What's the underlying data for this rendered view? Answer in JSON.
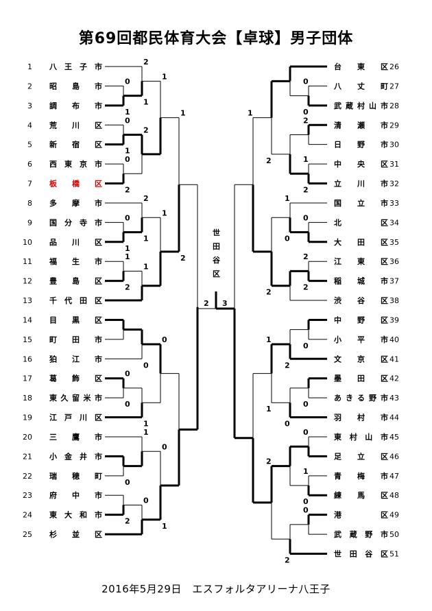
{
  "title": "第69回都民体育大会【卓球】男子団体",
  "footer": "2016年5月29日　エスフォルタアリーナ八王子",
  "winner": "世田谷区",
  "highlight_color": "#e00000",
  "left_teams": [
    {
      "num": "1",
      "name": "八王子市"
    },
    {
      "num": "2",
      "name": "昭島市"
    },
    {
      "num": "3",
      "name": "調布市"
    },
    {
      "num": "4",
      "name": "荒川区"
    },
    {
      "num": "5",
      "name": "新宿区"
    },
    {
      "num": "6",
      "name": "西東京市"
    },
    {
      "num": "7",
      "name": "板橋区",
      "highlight": true
    },
    {
      "num": "8",
      "name": "多摩市"
    },
    {
      "num": "9",
      "name": "国分寺市"
    },
    {
      "num": "10",
      "name": "品川区"
    },
    {
      "num": "11",
      "name": "福生市"
    },
    {
      "num": "12",
      "name": "豊島区"
    },
    {
      "num": "13",
      "name": "千代田区"
    },
    {
      "num": "14",
      "name": "目黒区"
    },
    {
      "num": "15",
      "name": "町田市"
    },
    {
      "num": "16",
      "name": "狛江市"
    },
    {
      "num": "17",
      "name": "葛飾区"
    },
    {
      "num": "18",
      "name": "東久留米市"
    },
    {
      "num": "19",
      "name": "江戸川区"
    },
    {
      "num": "20",
      "name": "三鷹市"
    },
    {
      "num": "21",
      "name": "小金井市"
    },
    {
      "num": "22",
      "name": "瑞穂町"
    },
    {
      "num": "23",
      "name": "府中市"
    },
    {
      "num": "24",
      "name": "東大和市"
    },
    {
      "num": "25",
      "name": "杉並区"
    }
  ],
  "right_teams": [
    {
      "num": "26",
      "name": "台東区"
    },
    {
      "num": "27",
      "name": "八丈町"
    },
    {
      "num": "28",
      "name": "武蔵村山市"
    },
    {
      "num": "29",
      "name": "清瀬市"
    },
    {
      "num": "30",
      "name": "日野市"
    },
    {
      "num": "31",
      "name": "中央区"
    },
    {
      "num": "32",
      "name": "立川市"
    },
    {
      "num": "33",
      "name": "国立市"
    },
    {
      "num": "34",
      "name": "北区"
    },
    {
      "num": "35",
      "name": "大田区"
    },
    {
      "num": "36",
      "name": "江東区"
    },
    {
      "num": "37",
      "name": "稲城市"
    },
    {
      "num": "38",
      "name": "渋谷区"
    },
    {
      "num": "39",
      "name": "中野区"
    },
    {
      "num": "40",
      "name": "小平市"
    },
    {
      "num": "41",
      "name": "文京区"
    },
    {
      "num": "42",
      "name": "墨田区"
    },
    {
      "num": "43",
      "name": "あきる野市"
    },
    {
      "num": "44",
      "name": "羽村市"
    },
    {
      "num": "45",
      "name": "東村山市"
    },
    {
      "num": "46",
      "name": "足立区"
    },
    {
      "num": "47",
      "name": "青梅市"
    },
    {
      "num": "48",
      "name": "練馬区"
    },
    {
      "num": "49",
      "name": "港区"
    },
    {
      "num": "50",
      "name": "武蔵野市"
    },
    {
      "num": "51",
      "name": "世田谷区"
    }
  ],
  "final_scores": {
    "left": "2",
    "right": "3"
  },
  "left_matches": [
    {
      "a": 2,
      "b": 3,
      "sa": "0",
      "sb": "1",
      "w": "b"
    },
    {
      "a": 1,
      "b": "m0",
      "sa": "2",
      "sb": "1",
      "w": "b"
    },
    {
      "a": 4,
      "b": 5,
      "sa": "0",
      "sb": "1",
      "w": "b"
    },
    {
      "a": 6,
      "b": 7,
      "sa": "0",
      "sb": "2",
      "w": "b"
    },
    {
      "a": "m2",
      "b": "m3",
      "sa": "2",
      "sb": "",
      "w": "a"
    },
    {
      "a": "m1",
      "b": "m4",
      "sa": "1",
      "sb": "",
      "w": "b"
    },
    {
      "a": 9,
      "b": 10,
      "sa": "0",
      "sb": "1",
      "w": "b"
    },
    {
      "a": 8,
      "b": "m6",
      "sa": "2",
      "sb": "1",
      "w": "b"
    },
    {
      "a": 11,
      "b": 12,
      "sa": "1",
      "sb": "2",
      "w": "b"
    },
    {
      "a": "m8",
      "b": 13,
      "sa": "1",
      "sb": "",
      "w": "b"
    },
    {
      "a": "m7",
      "b": "m9",
      "sa": "1",
      "sb": "",
      "w": "b"
    },
    {
      "a": "m5",
      "b": "m10",
      "sa": "1",
      "sb": "2",
      "w": "b"
    },
    {
      "a": 14,
      "b": 15,
      "sa": "",
      "sb": "",
      "w": "a"
    },
    {
      "a": "m12",
      "b": 16,
      "sa": "",
      "sb": "0",
      "w": "a"
    },
    {
      "a": 17,
      "b": 18,
      "sa": "0",
      "sb": "0",
      "w": "a"
    },
    {
      "a": "m14",
      "b": 19,
      "sa": "",
      "sb": "1",
      "w": "b"
    },
    {
      "a": "m13",
      "b": "m15",
      "sa": "0",
      "sb": "",
      "w": "a"
    },
    {
      "a": 21,
      "b": 22,
      "sa": "",
      "sb": "0",
      "w": "a"
    },
    {
      "a": 20,
      "b": "m17",
      "sa": "1",
      "sb": "",
      "w": "b"
    },
    {
      "a": 23,
      "b": 24,
      "sa": "",
      "sb": "2",
      "w": "b"
    },
    {
      "a": "m19",
      "b": 25,
      "sa": "0",
      "sb": "",
      "w": "b"
    },
    {
      "a": "m18",
      "b": "m20",
      "sa": "0",
      "sb": "1",
      "w": "b"
    },
    {
      "a": "m16",
      "b": "m21",
      "sa": "",
      "sb": "",
      "w": "b"
    },
    {
      "a": "m11",
      "b": "m22",
      "sa": "",
      "sb": "",
      "w": "b"
    }
  ],
  "right_matches": [
    {
      "a": 2,
      "b": 3,
      "sa": "0",
      "sb": "0",
      "w": "b"
    },
    {
      "a": 1,
      "b": "m0",
      "sa": "",
      "sb": "",
      "w": "a"
    },
    {
      "a": 4,
      "b": 5,
      "sa": "2",
      "sb": "",
      "w": "a"
    },
    {
      "a": 6,
      "b": 7,
      "sa": "1",
      "sb": "2",
      "w": "b"
    },
    {
      "a": "m2",
      "b": "m3",
      "sa": "",
      "sb": "",
      "w": "b"
    },
    {
      "a": "m1",
      "b": "m4",
      "sa": "",
      "sb": "2",
      "w": "a"
    },
    {
      "a": 9,
      "b": 10,
      "sa": "0",
      "sb": "",
      "w": "b"
    },
    {
      "a": 8,
      "b": "m6",
      "sa": "1",
      "sb": "0",
      "w": "b"
    },
    {
      "a": 11,
      "b": 12,
      "sa": "2",
      "sb": "2",
      "w": "b"
    },
    {
      "a": "m8",
      "b": 13,
      "sa": "",
      "sb": "",
      "w": "a"
    },
    {
      "a": "m7",
      "b": "m9",
      "sa": "",
      "sb": "2",
      "w": "b"
    },
    {
      "a": "m5",
      "b": "m10",
      "sa": "1",
      "sb": "",
      "w": "b"
    },
    {
      "a": 14,
      "b": 15,
      "sa": "",
      "sb": "0",
      "w": "a"
    },
    {
      "a": "m12",
      "b": 16,
      "sa": "",
      "sb": "2",
      "w": "b"
    },
    {
      "a": 17,
      "b": 18,
      "sa": "",
      "sb": "0",
      "w": "a"
    },
    {
      "a": "m14",
      "b": 19,
      "sa": "",
      "sb": "0",
      "w": "b"
    },
    {
      "a": "m13",
      "b": "m15",
      "sa": "1",
      "sb": "1",
      "w": "a"
    },
    {
      "a": 20,
      "b": 21,
      "sa": "0",
      "sb": "",
      "w": "b"
    },
    {
      "a": 22,
      "b": 23,
      "sa": "1",
      "sb": "0",
      "w": "b"
    },
    {
      "a": "m17",
      "b": "m18",
      "sa": "",
      "sb": "",
      "w": "a"
    },
    {
      "a": 24,
      "b": 25,
      "sa": "0",
      "sb": "",
      "w": "a"
    },
    {
      "a": "m20",
      "b": 26,
      "sa": "",
      "sb": "2",
      "w": "b"
    },
    {
      "a": "m19",
      "b": "m21",
      "sa": "2",
      "sb": "",
      "w": "a"
    },
    {
      "a": "m16",
      "b": "m22",
      "sa": "",
      "sb": "",
      "w": "b"
    },
    {
      "a": "m11",
      "b": "m23",
      "sa": "",
      "sb": "",
      "w": "b"
    }
  ]
}
